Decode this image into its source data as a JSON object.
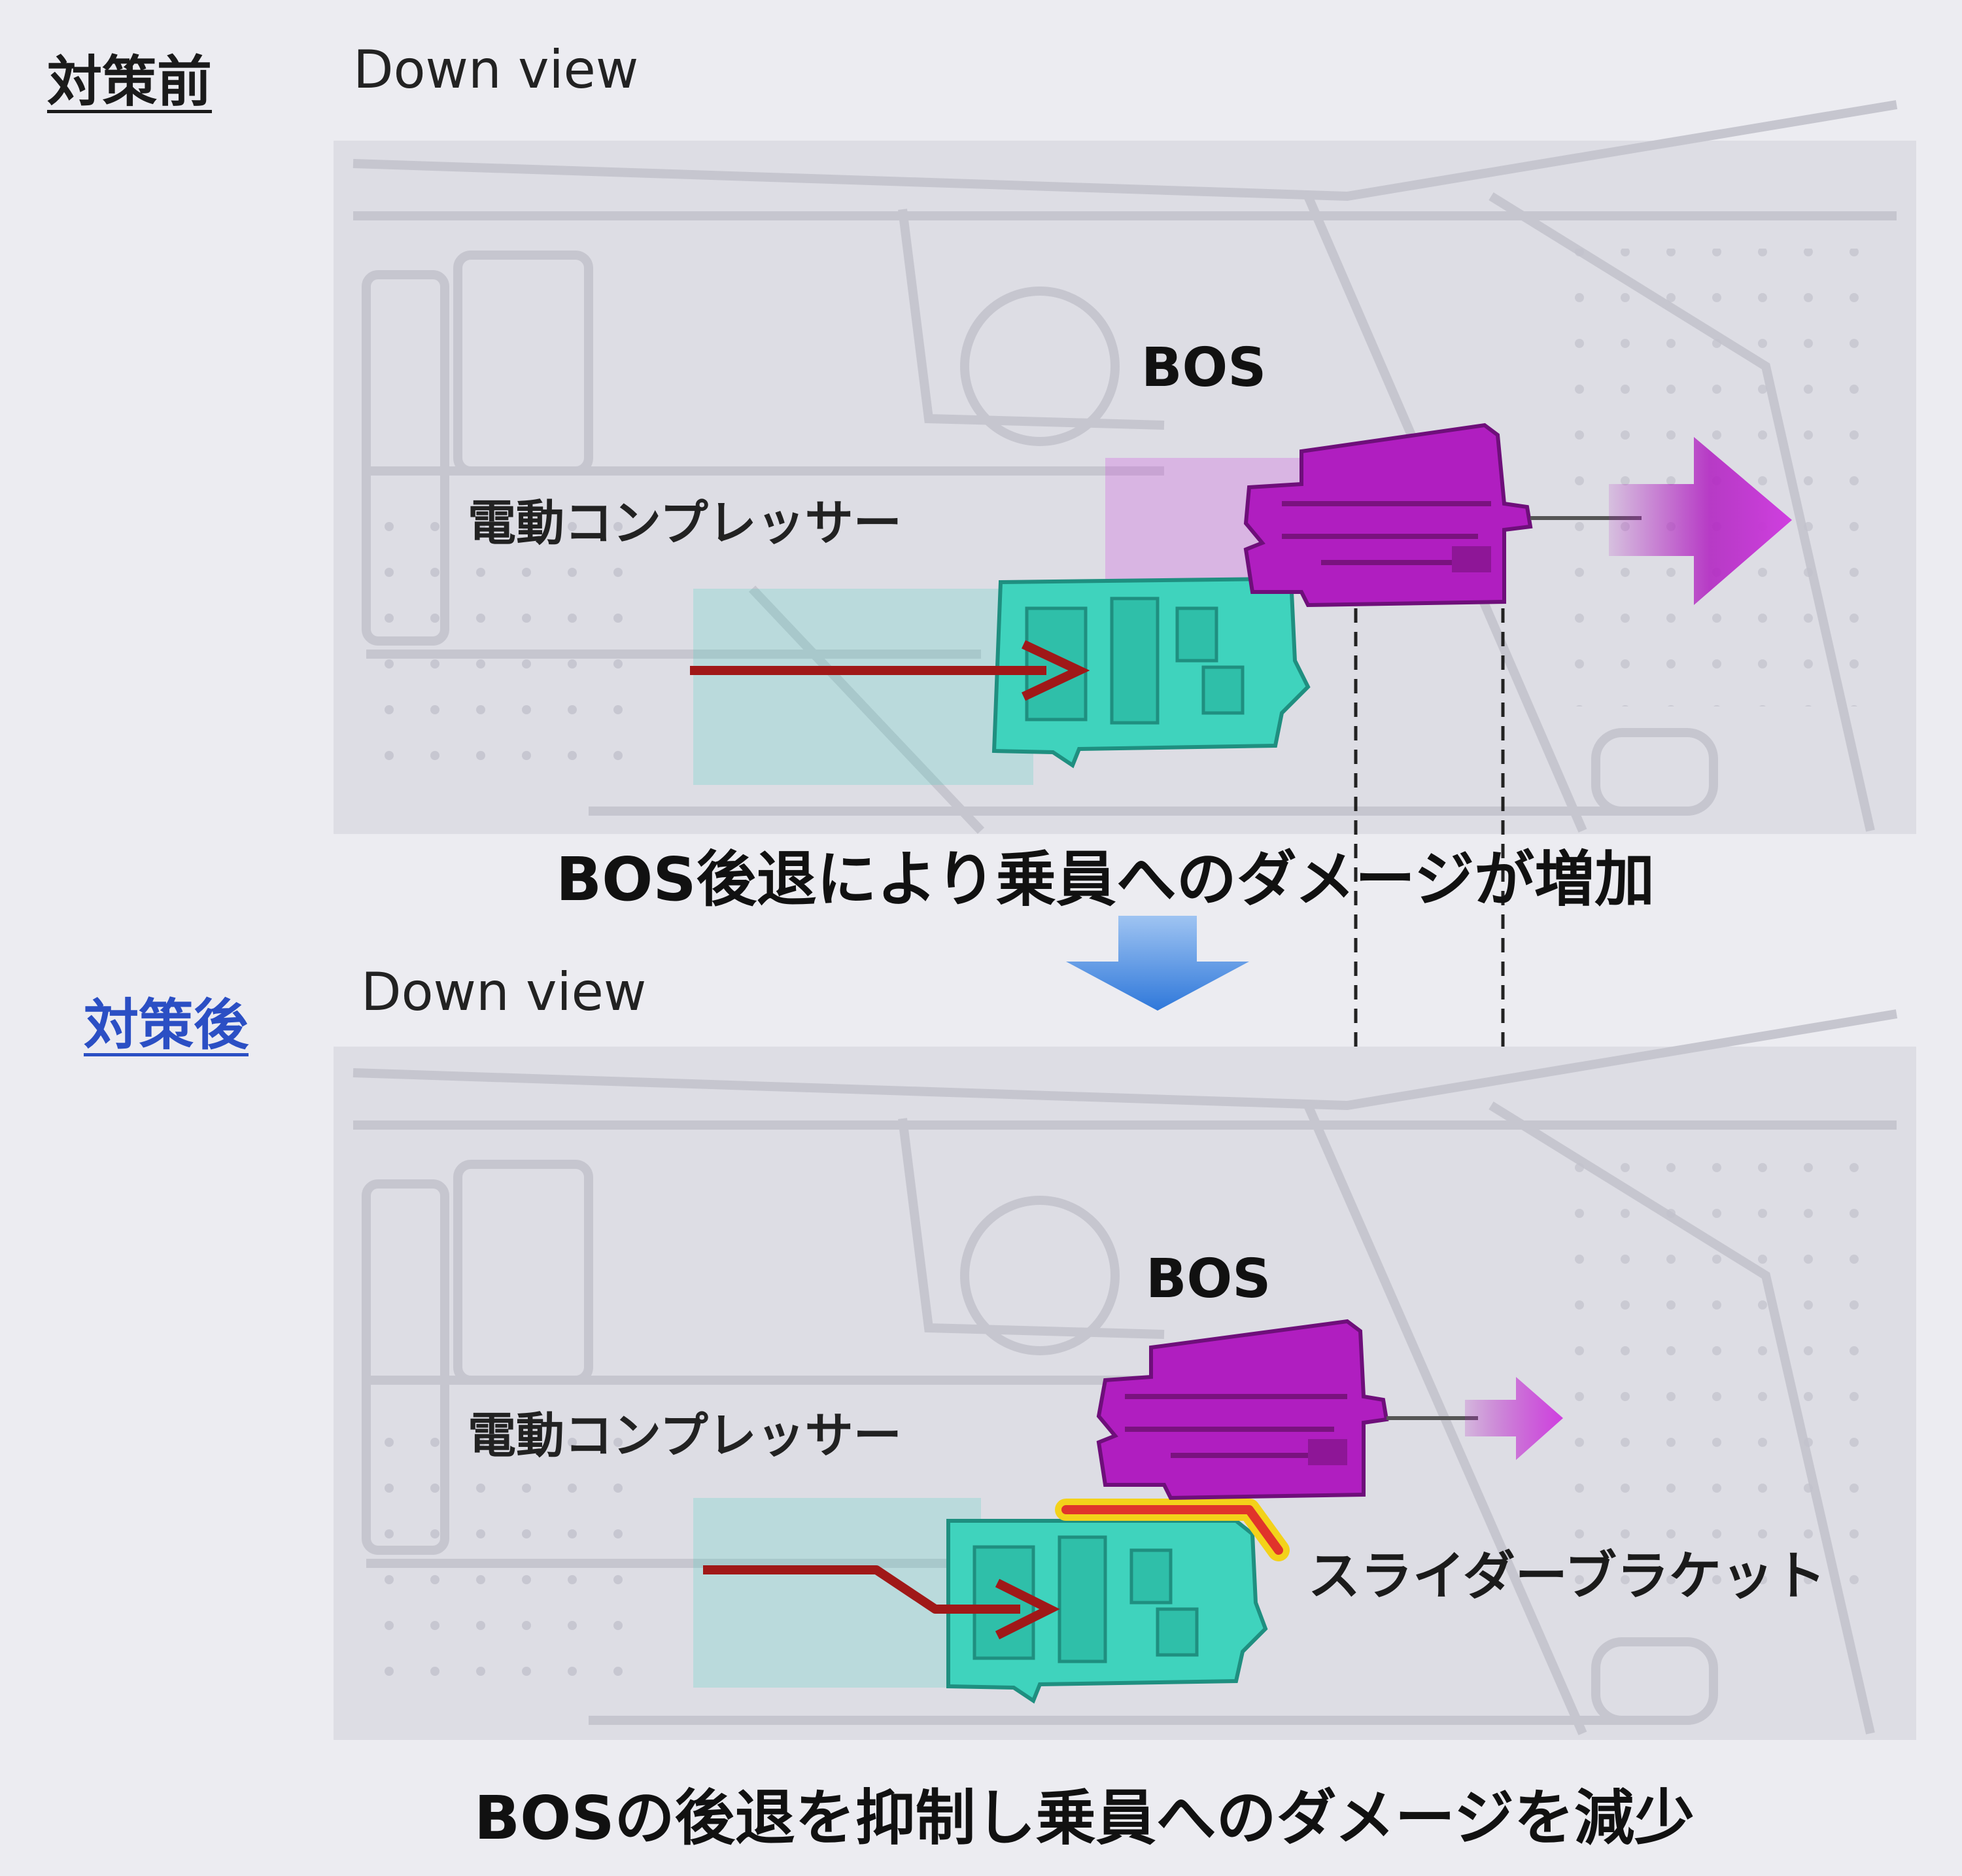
{
  "before": {
    "heading": "対策前",
    "view_label": "Down view",
    "bos_label": "BOS",
    "compressor_label": "電動コンプレッサー",
    "caption": "BOS後退により乗員へのダメージが増加"
  },
  "after": {
    "heading": "対策後",
    "view_label": "Down view",
    "bos_label": "BOS",
    "compressor_label": "電動コンプレッサー",
    "slider_label": "スライダーブラケット",
    "caption": "BOSの後退を抑制し乗員へのダメージを減少"
  },
  "colors": {
    "heading_before": "#1a1a1a",
    "heading_after": "#2b4fc4",
    "bos_part": "#b01ec0",
    "compressor_part": "#3fd3bd",
    "impact_arrow": "#a01818",
    "transition_arrow": "#3f86e0",
    "slider_bracket": "#e0342b",
    "slider_glow": "#f3d21a"
  }
}
